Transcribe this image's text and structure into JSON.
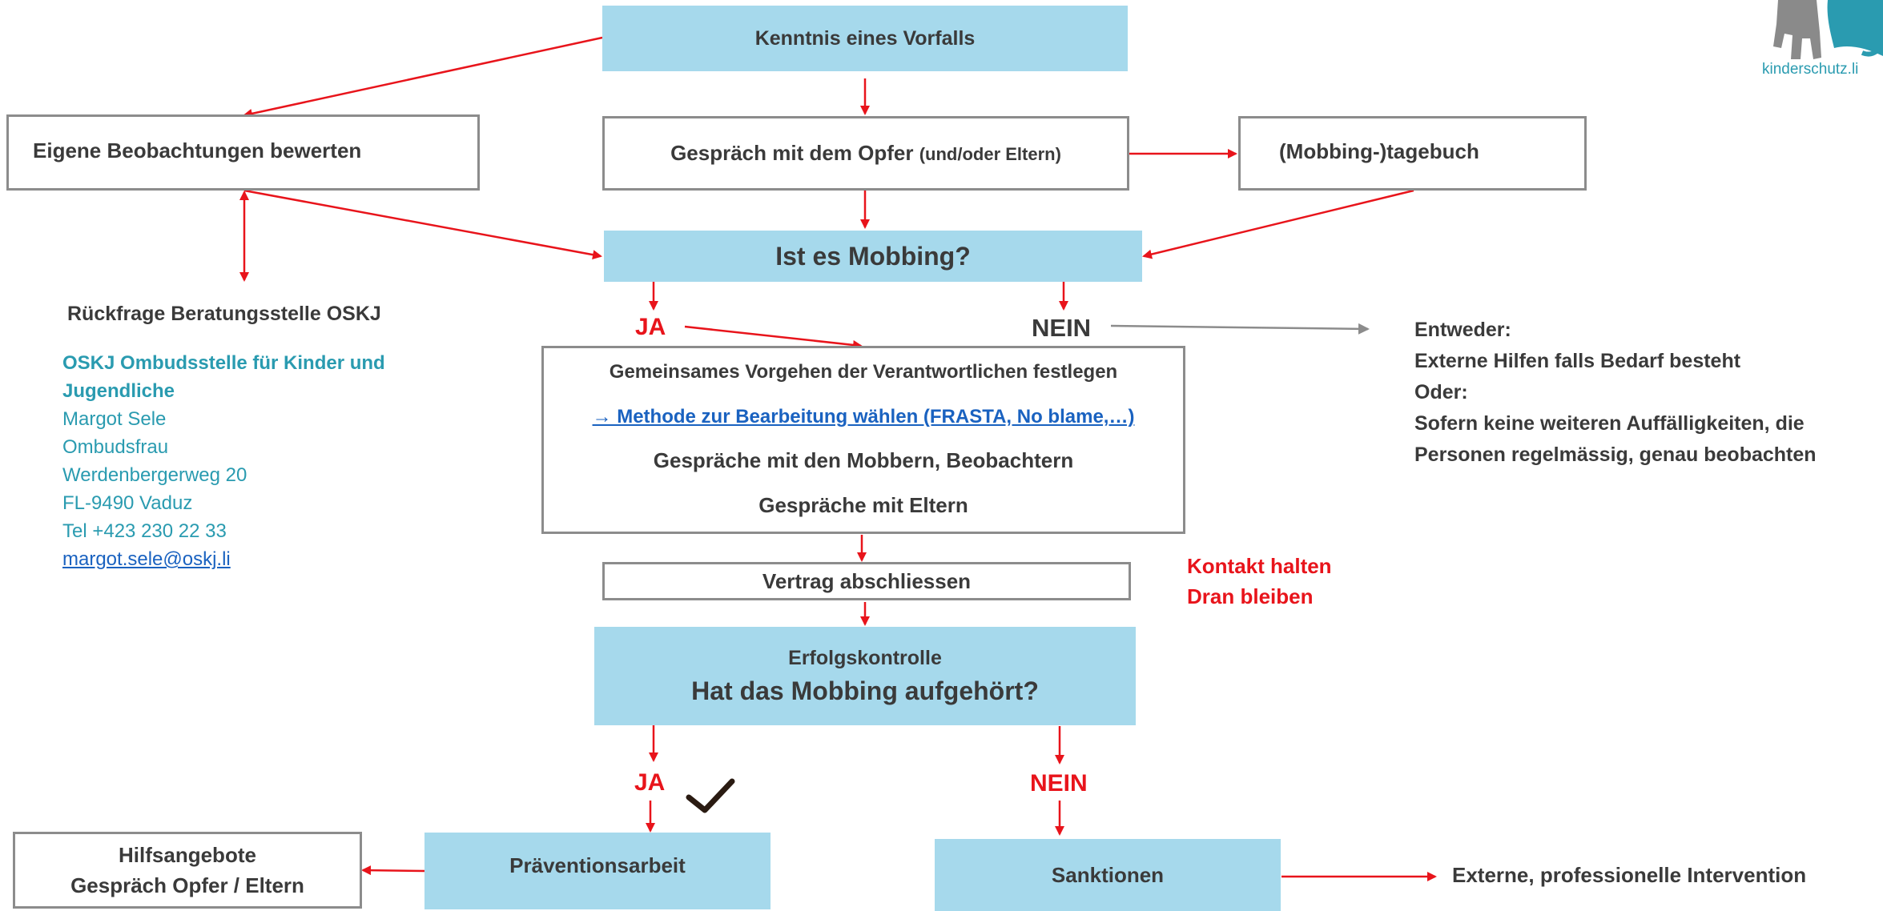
{
  "top": {
    "incident": "Kenntnis eines Vorfalls"
  },
  "left": {
    "observations": "Eigene Beobachtungen bewerten",
    "inquiry": "Rückfrage Beratungsstelle OSKJ"
  },
  "talk": {
    "main": "Gespräch mit dem Opfer",
    "suffix": "(und/oder Eltern)"
  },
  "diary": "(Mobbing-)tagebuch",
  "question": "Ist es Mobbing?",
  "yes1": "JA",
  "no1": "NEIN",
  "either": [
    "Entweder:",
    "Externe Hilfen falls Bedarf besteht",
    "Oder:",
    "Sofern keine weiteren Auffälligkeiten, die",
    "Personen  regelmässig, genau beobachten"
  ],
  "procedure": {
    "line1": "Gemeinsames Vorgehen der Verantwortlichen festlegen",
    "line2": "→ Methode zur Bearbeitung wählen (FRASTA, No blame,…)",
    "line3": "Gespräche mit den Mobbern, Beobachtern",
    "line4": "Gespräche mit Eltern"
  },
  "contract": "Vertrag abschliessen",
  "keep": [
    "Kontakt halten",
    "Dran bleiben"
  ],
  "success": {
    "title": "Erfolgskontrolle",
    "question": "Hat das Mobbing aufgehört?"
  },
  "yes2": "JA",
  "no2": "NEIN",
  "prevention": "Präventionsarbeit",
  "help": [
    "Hilfsangebote",
    "Gespräch Opfer / Eltern"
  ],
  "sanctions": "Sanktionen",
  "external": "Externe, professionelle Intervention",
  "contact": {
    "org": "OSKJ Ombudsstelle für Kinder und",
    "org2": "Jugendliche",
    "name": "Margot Sele",
    "role": "Ombudsfrau",
    "street": "Werdenbergerweg 20",
    "city": "FL-9490 Vaduz",
    "phone": "Tel +423 230 22 33",
    "email": "margot.sele@oskj.li"
  },
  "logo": {
    "text": "kinderschutz.li"
  },
  "colors": {
    "box_blue": "#a6d9ec",
    "arrow_red": "#e8141b",
    "contact_teal": "#2a9bb0",
    "link_blue": "#1a62c0"
  }
}
